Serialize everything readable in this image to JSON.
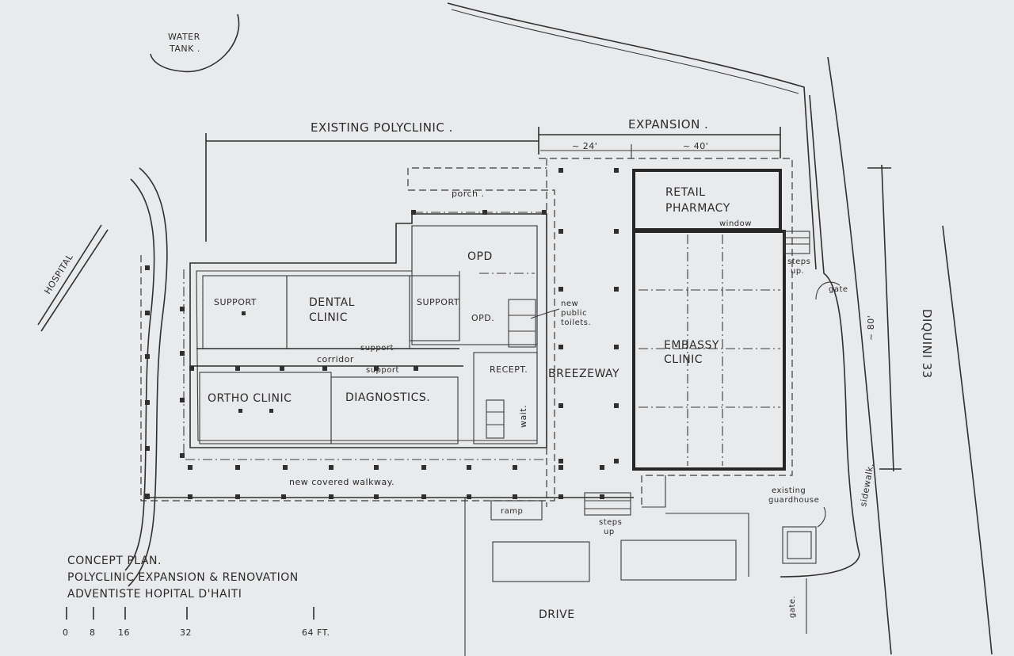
{
  "labels": {
    "water_tank_1": "WATER",
    "water_tank_2": "TANK .",
    "hospital": "HOSPITAL",
    "existing_polyclinic": "EXISTING POLYCLINIC .",
    "expansion": "EXPANSION .",
    "dim_24": "~ 24'",
    "dim_40": "~ 40'",
    "dim_80": "~ 80'",
    "porch": "porch .",
    "opd": "OPD",
    "opd_small": "OPD.",
    "support_1": "SUPPORT",
    "dental_1": "DENTAL",
    "dental_2": "CLINIC",
    "support_2": "SUPPORT",
    "new_toilets_1": "new",
    "new_toilets_2": "public",
    "new_toilets_3": "toilets.",
    "support_corr_top": "support",
    "corridor": "corridor",
    "support_corr_bottom": "support",
    "recept": "RECEPT.",
    "wait": "wait.",
    "ortho": "ORTHO CLINIC",
    "diagnostics": "DIAGNOSTICS.",
    "breezeway": "BREEZEWAY",
    "retail_1": "RETAIL",
    "retail_2": "PHARMACY",
    "window": "window",
    "steps_up_right_1": "steps",
    "steps_up_right_2": "up.",
    "gate_right": "gate",
    "embassy_1": "EMBASSY",
    "embassy_2": "CLINIC",
    "covered_walkway": "new covered walkway.",
    "ramp": "ramp",
    "steps_up_bottom_1": "steps",
    "steps_up_bottom_2": "up",
    "existing_gh_1": "existing",
    "existing_gh_2": "guardhouse",
    "sidewalk": "sidewalk.",
    "street": "DIQUINI 33",
    "gate_bottom": "gate.",
    "drive": "DRIVE"
  },
  "title_block": {
    "line1": "CONCEPT PLAN.",
    "line2": "POLYCLINIC EXPANSION & RENOVATION",
    "line3": "ADVENTISTE HOPITAL D'HAITI"
  },
  "scale_bar": {
    "ticks": [
      "0",
      "8",
      "16",
      "32",
      "64 FT."
    ]
  }
}
